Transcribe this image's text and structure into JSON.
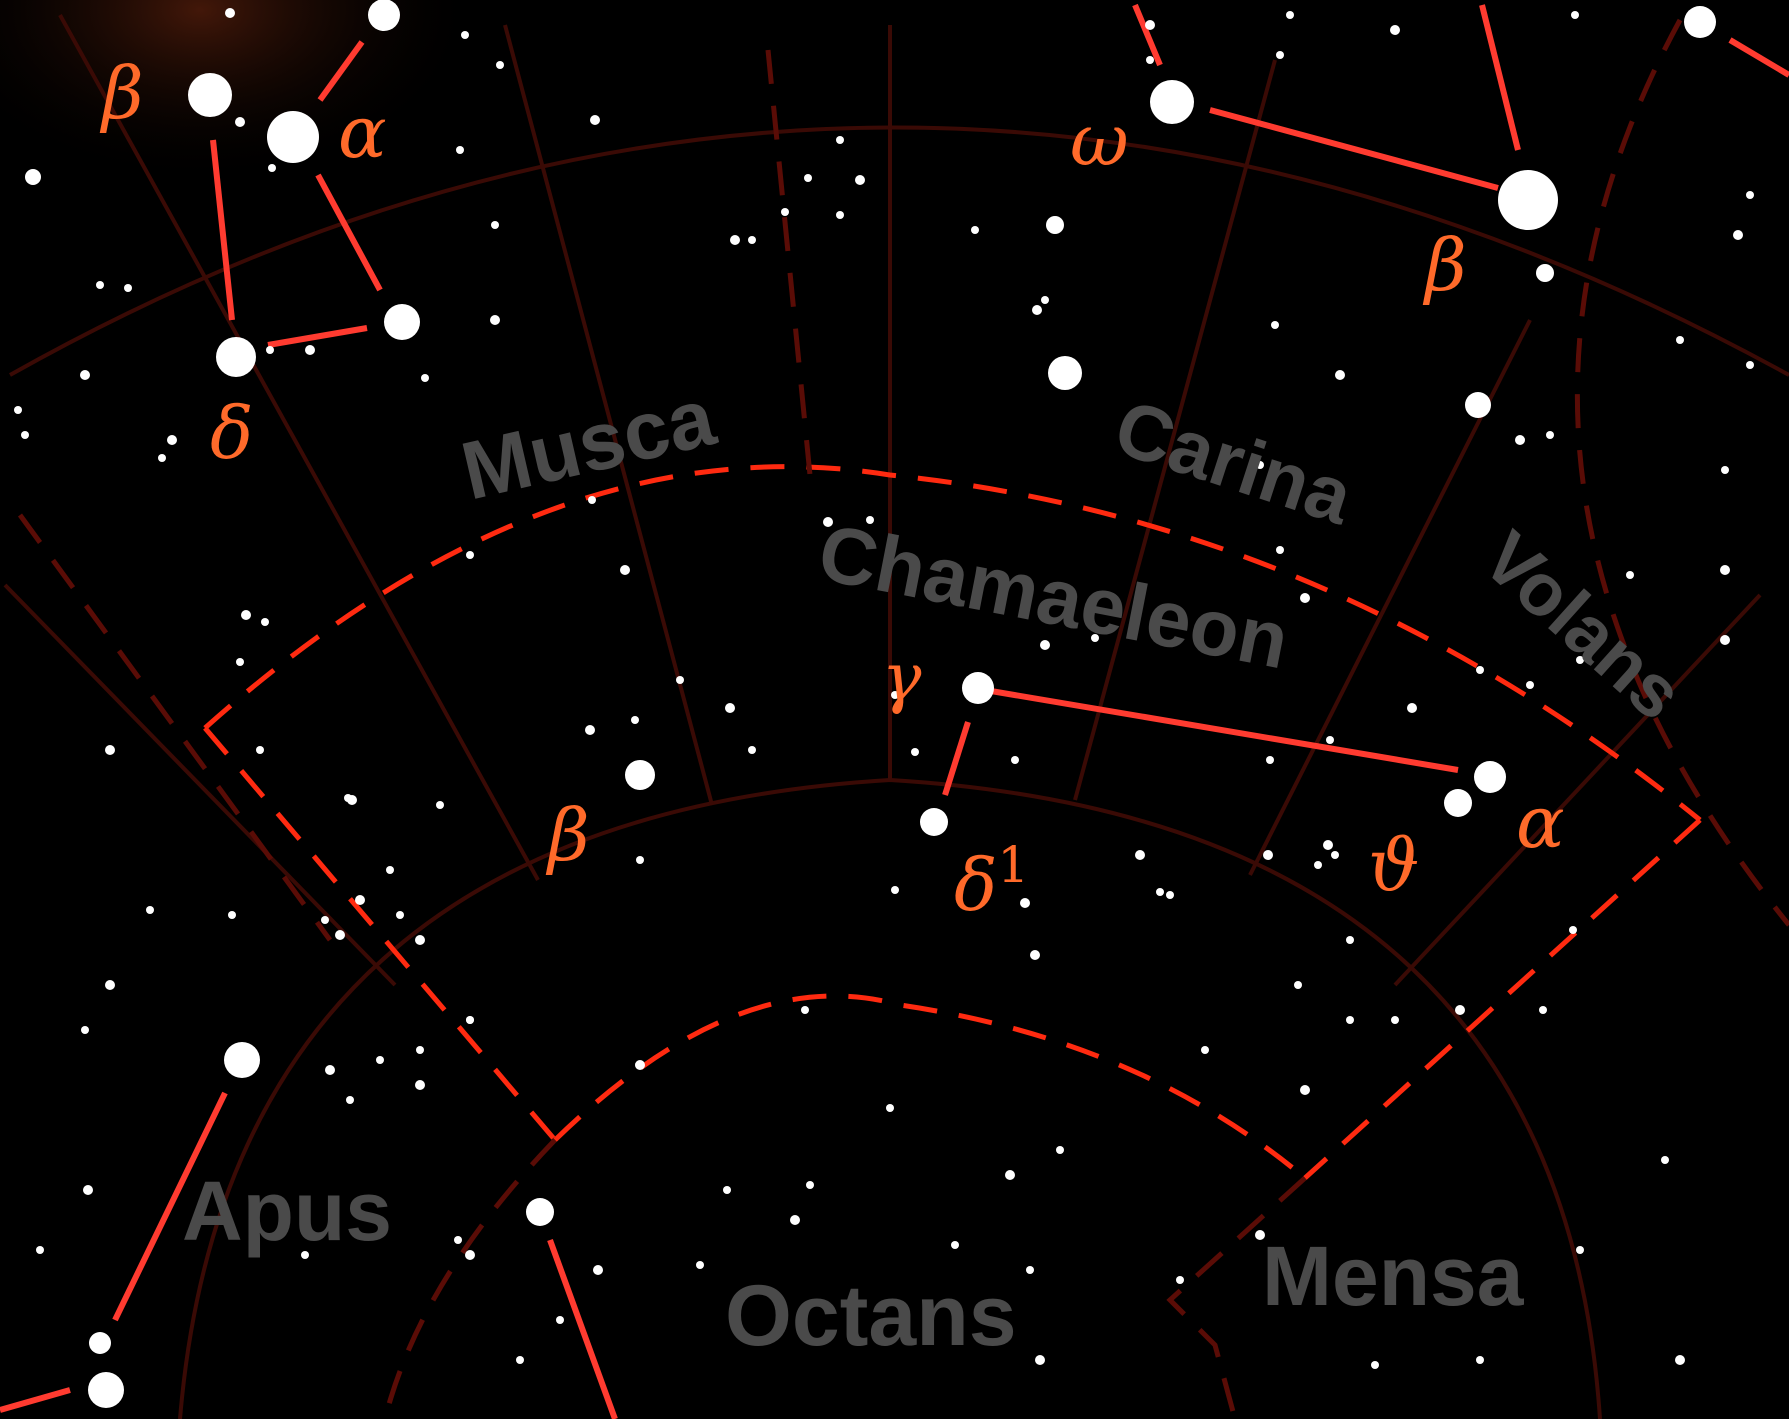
{
  "constellations": {
    "musca": "Musca",
    "carina": "Carina",
    "chamaeleon": "Chamaeleon",
    "volans": "Volans",
    "apus": "Apus",
    "octans": "Octans",
    "mensa": "Mensa"
  },
  "star_labels": {
    "musca_beta": "β",
    "musca_alpha": "α",
    "musca_delta": "δ",
    "carina_omega": "ω",
    "carina_beta": "β",
    "cha_gamma": "γ",
    "cha_beta": "β",
    "cha_delta1": "δ",
    "cha_delta1_sup": "1",
    "cha_theta": "ϑ",
    "cha_alpha": "α"
  },
  "colors": {
    "background": "#000000",
    "boundary": "#ff2a10",
    "figure_line": "#ff3b30",
    "grid": "#3a0a05",
    "star_label": "#ff6a2a",
    "constellation_label": "#4a4a4a"
  }
}
